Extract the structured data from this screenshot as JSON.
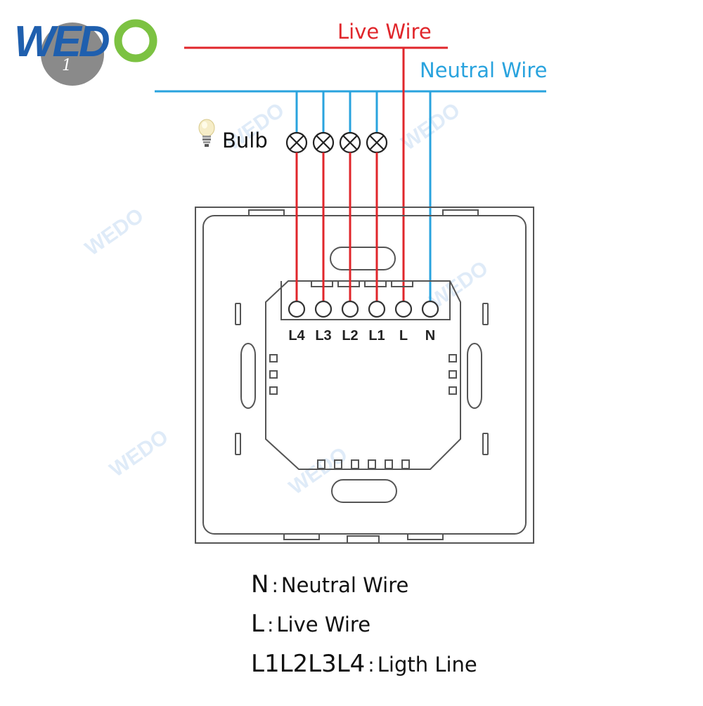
{
  "logo": {
    "text": "WEDO",
    "colors": {
      "blue": "#1f5fae",
      "green": "#7cc242",
      "grey": "#8a8a8a"
    }
  },
  "wires": {
    "live_label": "Live Wire",
    "neutral_label": "Neutral Wire",
    "live_color": "#e0262b",
    "neutral_color": "#29a3de"
  },
  "bulb": {
    "label": "Bulb",
    "count": 4
  },
  "terminals": [
    "L4",
    "L3",
    "L2",
    "L1",
    "L",
    "N"
  ],
  "legend": [
    {
      "key": "N",
      "sep": ":",
      "desc": "Neutral Wire"
    },
    {
      "key": "L",
      "sep": ":",
      "desc": "Live Wire"
    },
    {
      "key": "L1L2L3L4",
      "sep": ":",
      "desc": "Ligth Line"
    }
  ],
  "watermark": "WEDO"
}
